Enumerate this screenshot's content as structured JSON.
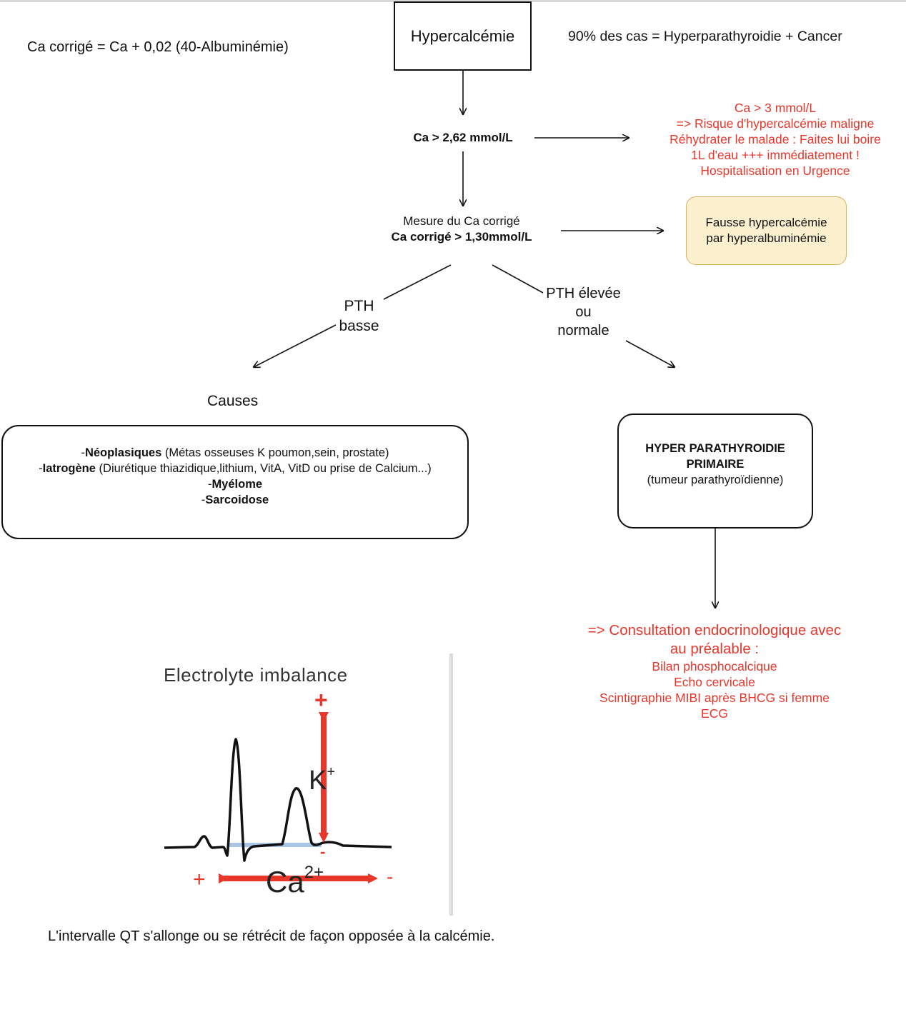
{
  "formula": "Ca corrigé = Ca + 0,02 (40-Albuminémie)",
  "top_box": "Hypercalcémie",
  "note_top_right": "90% des cas = Hyperparathyroidie + Cancer",
  "step_ca": "Ca > 2,62 mmol/L",
  "urgent": {
    "line1": "Ca > 3 mmol/L",
    "line2": "=> Risque d'hypercalcémie maligne",
    "line3": "Réhydrater le malade : Faites lui boire",
    "line4": "1L d'eau +++ immédiatement !",
    "line5": "Hospitalisation en Urgence"
  },
  "step_corrected": {
    "line1": "Mesure du Ca corrigé",
    "line2": "Ca corrigé > 1,30mmol/L"
  },
  "false_box": {
    "line1": "Fausse hypercalcémie",
    "line2": "par hyperalbuminémie"
  },
  "branch_low": {
    "line1": "PTH",
    "line2": "basse"
  },
  "branch_high": {
    "line1": "PTH élevée",
    "line2": "ou",
    "line3": "normale"
  },
  "causes_title": "Causes",
  "causes": {
    "l1_prefix": "-",
    "l1_bold": "Néoplasiques",
    "l1_rest": " (Métas osseuses K poumon,sein, prostate)",
    "l2_prefix": "-",
    "l2_bold": "Iatrogène",
    "l2_rest": " (Diurétique thiazidique,lithium, VitA, VitD ou prise de Calcium...)",
    "l3_prefix": "-",
    "l3_bold": "Myélome",
    "l4_prefix": "-",
    "l4_bold": "Sarcoidose"
  },
  "hyper_box": {
    "line1": "HYPER PARATHYROIDIE",
    "line2": "PRIMAIRE",
    "line3": "(tumeur parathyroïdienne)"
  },
  "consult": {
    "line1": "=> Consultation endocrinologique avec",
    "line2": "au préalable :",
    "line3": "Bilan phosphocalcique",
    "line4": "Echo cervicale",
    "line5": "Scintigraphie MIBI après BHCG si femme",
    "line6": "ECG"
  },
  "ecg": {
    "title": "Electrolyte imbalance",
    "k_label": "K",
    "k_sup": "+",
    "ca_label": "Ca",
    "ca_sup": "2+",
    "plus_top": "+",
    "minus_mid": "-",
    "plus_left": "+",
    "minus_right": "-"
  },
  "qt_note": "L'intervalle QT s'allonge ou se rétrécit de façon opposée à la calcémie.",
  "colors": {
    "accent_red": "#e8362b",
    "false_box_bg": "#fdf0cf",
    "false_box_border": "#d9b25e",
    "baseline_blue": "#a9c6e6"
  }
}
